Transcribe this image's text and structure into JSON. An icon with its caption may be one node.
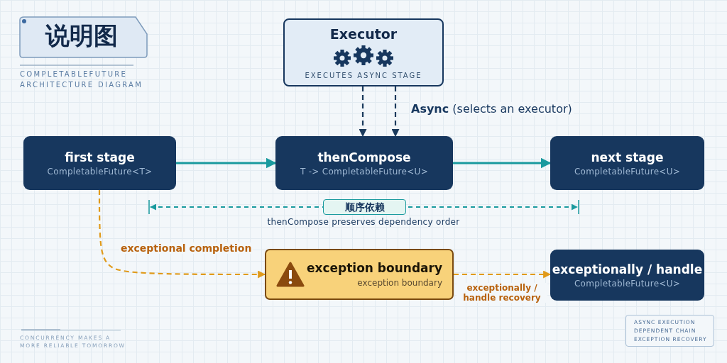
{
  "diagram": {
    "title": "说明图",
    "nodes": [
      {
        "text": [
          "Executor",
          "EXECUTES ASYNC STAGE"
        ]
      },
      {
        "text": [
          "first stage",
          "CompletableFuture<T>"
        ]
      },
      {
        "text": [
          "thenCompose",
          "T -> CompletableFuture<U>"
        ]
      },
      {
        "text": [
          "next stage",
          "CompletableFuture<U>"
        ]
      },
      {
        "text": [
          "exception boundary",
          "exception boundary"
        ]
      },
      {
        "text": [
          "exceptionally / handle",
          "CompletableFuture<U>"
        ]
      },
      {
        "text": [
          "ASYNC EXECUTION",
          "DEPENDENT CHAIN",
          "EXCEPTION RECOVERY"
        ]
      }
    ],
    "edges": [
      {
        "from": 0,
        "to": 2,
        "arrow": "to",
        "style": "dashed",
        "color": "#1b3a5c"
      },
      {
        "from": 0,
        "to": 2,
        "arrow": "to",
        "style": "dashed",
        "color": "#1b3a5c",
        "label": "**Async** (selects an executor)"
      },
      {
        "from": 1,
        "to": 2,
        "arrow": "to",
        "color": "#1a9a9e"
      },
      {
        "from": 2,
        "to": 3,
        "arrow": "to",
        "color": "#1a9a9e"
      },
      {
        "from": 1,
        "to": 4,
        "arrow": "to",
        "style": "dashed",
        "color": "#e09a1a",
        "label": "exceptional completion"
      },
      {
        "from": 4,
        "to": 5,
        "arrow": "to",
        "style": "dashed",
        "color": "#e09a1a",
        "label": "exceptionally / handle recovery"
      }
    ],
    "labels": [
      "COMPLETABLEFUTURE ARCHITECTURE DIAGRAM",
      "顺序依赖",
      "thenCompose preserves dependency order",
      "CONCURRENCY MAKES A MORE RELIABLE TOMORROW"
    ]
  }
}
